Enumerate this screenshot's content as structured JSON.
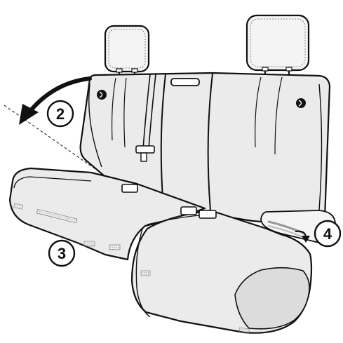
{
  "diagram": {
    "steps": [
      {
        "id": "step-2",
        "label": "2"
      },
      {
        "id": "step-3",
        "label": "3"
      },
      {
        "id": "step-4",
        "label": "4"
      }
    ]
  },
  "colors": {
    "fabric": "#ebebeb",
    "fabric_light": "#f4f4f4",
    "trim": "#dcdcdc",
    "ink": "#111111",
    "background": "#ffffff"
  }
}
